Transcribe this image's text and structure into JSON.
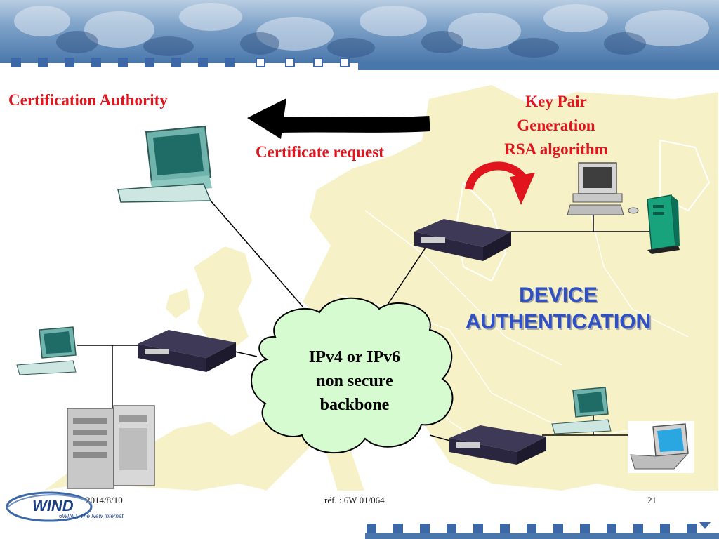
{
  "labels": {
    "certification_authority": "Certification Authority",
    "certificate_request": "Certificate request",
    "key_pair_line1": "Key Pair",
    "key_pair_line2": "Generation",
    "key_pair_line3": "RSA algorithm",
    "device_line1": "DEVICE",
    "device_line2": "AUTHENTICATION",
    "cloud_line1": "IPv4 or IPv6",
    "cloud_line2": "non secure",
    "cloud_line3": "backbone"
  },
  "footer": {
    "date": "2014/8/10",
    "reference": "réf. : 6W 01/064",
    "page_number": "21"
  },
  "logo": {
    "wordmark": "6WIND",
    "tagline": "6WIND, The New Internet"
  },
  "colors": {
    "label_red": "#e0151d",
    "heading_blue": "#2f4fc4",
    "cloud_fill": "#d6fbd0",
    "map_fill": "#f6f1c6",
    "banner_blue": "#4a77ab"
  }
}
